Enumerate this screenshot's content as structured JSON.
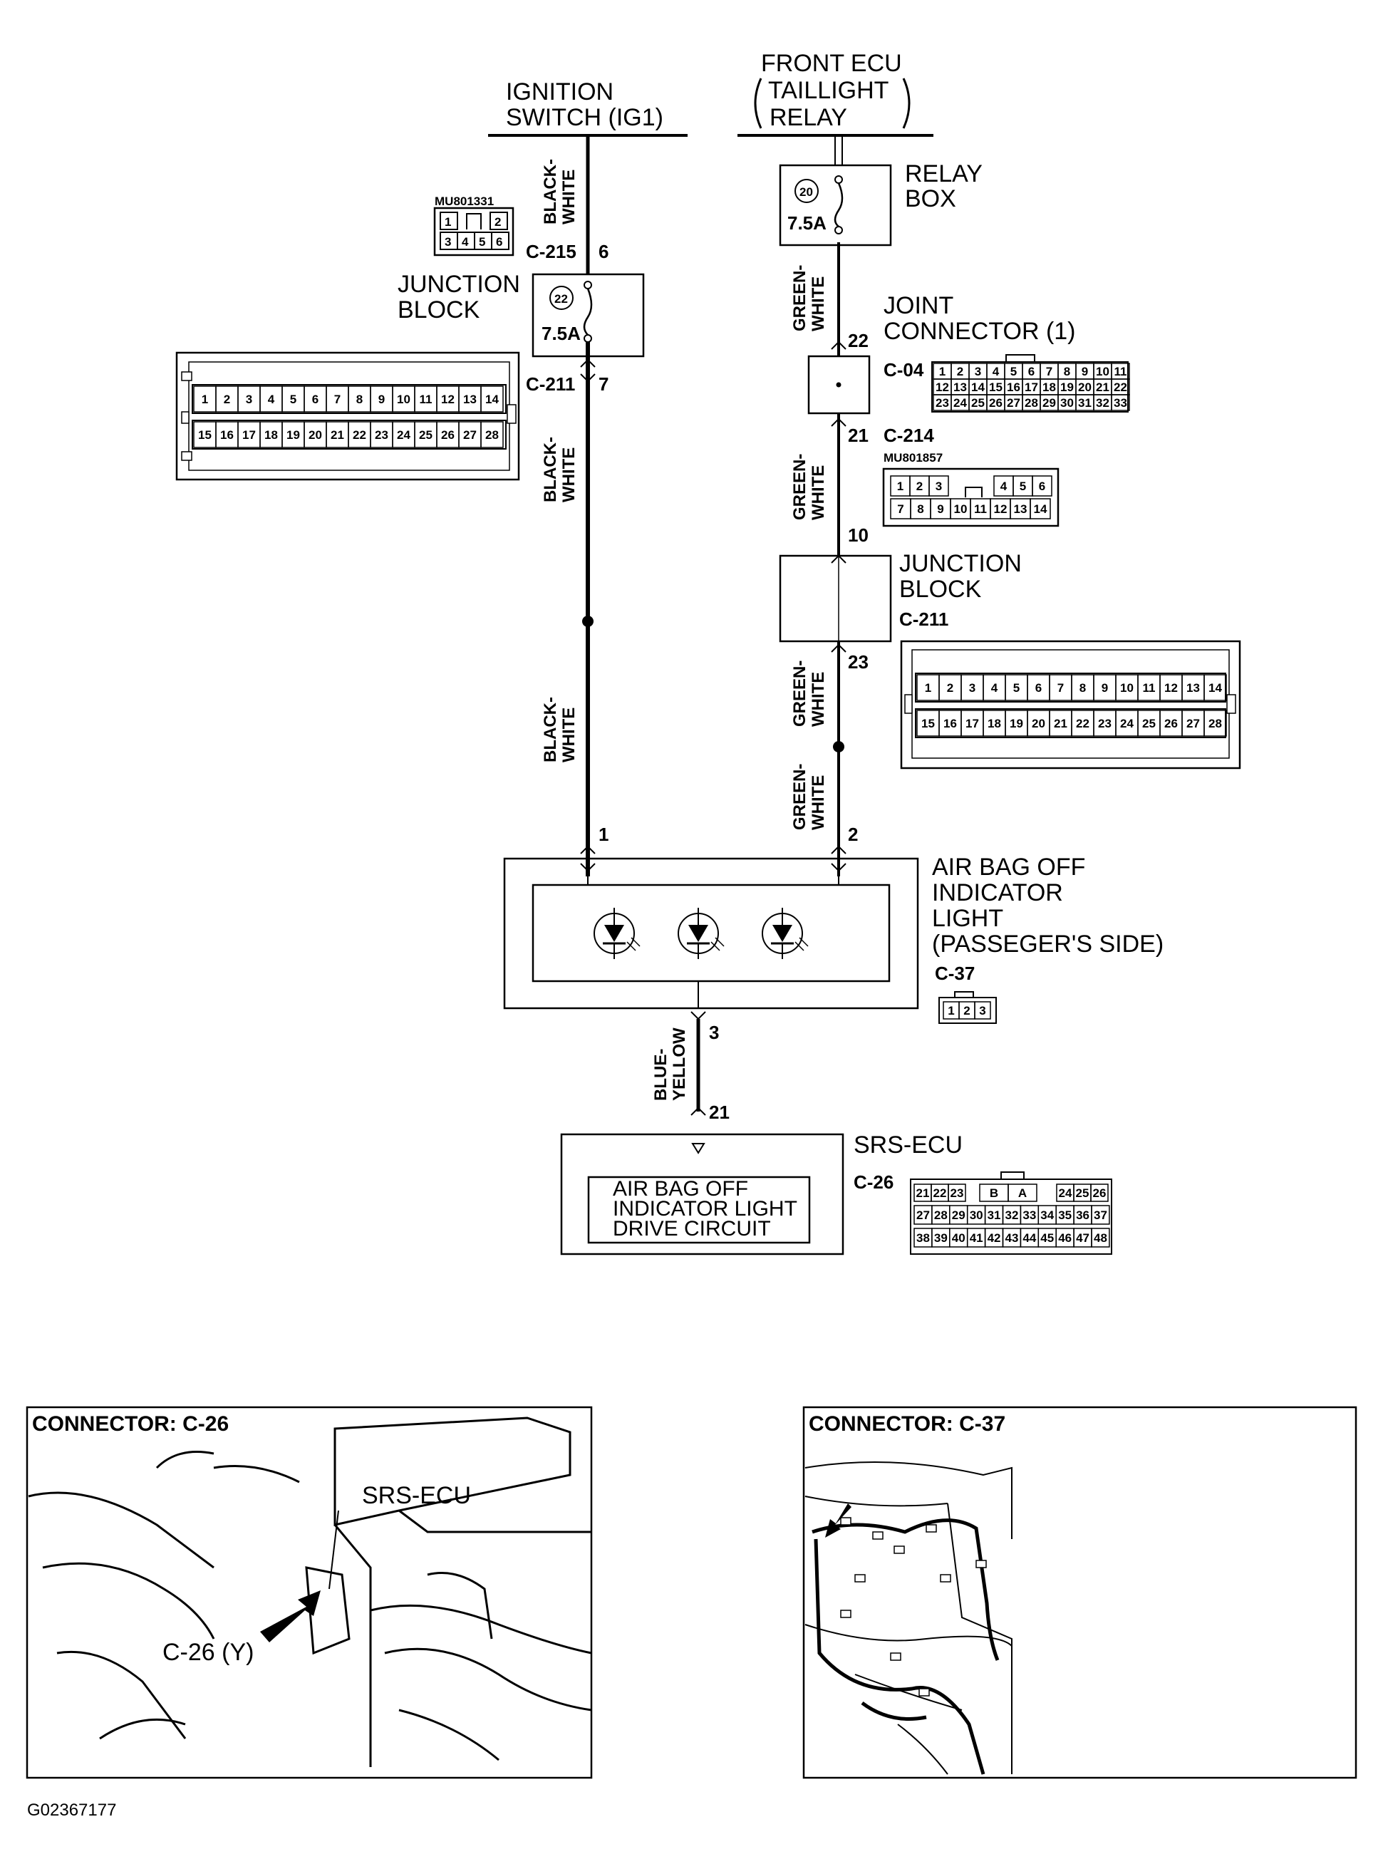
{
  "ignition": {
    "line1": "IGNITION",
    "line2": "SWITCH (IG1)"
  },
  "front_ecu": {
    "line1": "FRONT ECU",
    "line2": "TAILLIGHT",
    "line3": "RELAY"
  },
  "relay_box": {
    "line1": "RELAY",
    "line2": "BOX",
    "fuse_no": "20",
    "fuse_rating": "7.5A"
  },
  "junction_block_1": {
    "line1": "JUNCTION",
    "line2": "BLOCK",
    "fuse_no": "22",
    "fuse_rating": "7.5A"
  },
  "joint_connector": {
    "line1": "JOINT",
    "line2": "CONNECTOR (1)",
    "conn": "C-04"
  },
  "junction_block_2": {
    "line1": "JUNCTION",
    "line2": "BLOCK",
    "conn": "C-211"
  },
  "airbag_light": {
    "line1": "AIR BAG OFF",
    "line2": "INDICATOR",
    "line3": "LIGHT",
    "line4": "(PASSEGER'S SIDE)",
    "conn": "C-37"
  },
  "srs_ecu": {
    "title": "SRS-ECU",
    "conn": "C-26",
    "line1": "AIR BAG OFF",
    "line2": "INDICATOR LIGHT",
    "line3": "DRIVE CIRCUIT"
  },
  "wires": {
    "black_white_a": "BLACK-",
    "black_white_b": "WHITE",
    "green_white_a": "GREEN-",
    "green_white_b": "WHITE",
    "blue_yellow_a": "BLUE-",
    "blue_yellow_b": "YELLOW"
  },
  "connectors": {
    "c215": "C-215",
    "c211": "C-211",
    "c214": "C-214",
    "mu801331": "MU801331",
    "mu801857": "MU801857"
  },
  "pins": {
    "p6": "6",
    "p7": "7",
    "p22": "22",
    "p21": "21",
    "p10": "10",
    "p23": "23",
    "p1": "1",
    "p2": "2",
    "p3": "3",
    "p21b": "21"
  },
  "c215_cells": [
    "1",
    "2",
    "3",
    "4",
    "5",
    "6"
  ],
  "c211_row1": [
    "1",
    "2",
    "3",
    "4",
    "5",
    "6",
    "7",
    "8",
    "9",
    "10",
    "11",
    "12",
    "13",
    "14"
  ],
  "c211_row2": [
    "15",
    "16",
    "17",
    "18",
    "19",
    "20",
    "21",
    "22",
    "23",
    "24",
    "25",
    "26",
    "27",
    "28"
  ],
  "c04_row1": [
    "1",
    "2",
    "3",
    "4",
    "5",
    "6",
    "7",
    "8",
    "9",
    "10",
    "11"
  ],
  "c04_row2": [
    "12",
    "13",
    "14",
    "15",
    "16",
    "17",
    "18",
    "19",
    "20",
    "21",
    "22"
  ],
  "c04_row3": [
    "23",
    "24",
    "25",
    "26",
    "27",
    "28",
    "29",
    "30",
    "31",
    "32",
    "33"
  ],
  "c214_row1": [
    "1",
    "2",
    "3",
    "4",
    "5",
    "6"
  ],
  "c214_row2": [
    "7",
    "8",
    "9",
    "10",
    "11",
    "12",
    "13",
    "14"
  ],
  "c37_cells": [
    "1",
    "2",
    "3"
  ],
  "c26_row1": [
    "21",
    "22",
    "23",
    "B",
    "A",
    "24",
    "25",
    "26"
  ],
  "c26_row2": [
    "27",
    "28",
    "29",
    "30",
    "31",
    "32",
    "33",
    "34",
    "35",
    "36",
    "37"
  ],
  "c26_row3": [
    "38",
    "39",
    "40",
    "41",
    "42",
    "43",
    "44",
    "45",
    "46",
    "47",
    "48"
  ],
  "photo_c26": {
    "header": "CONNECTOR: C-26",
    "callout1": "SRS-ECU",
    "callout2": "C-26 (Y)"
  },
  "photo_c37": {
    "header": "CONNECTOR: C-37"
  },
  "figure_id": "G02367177"
}
